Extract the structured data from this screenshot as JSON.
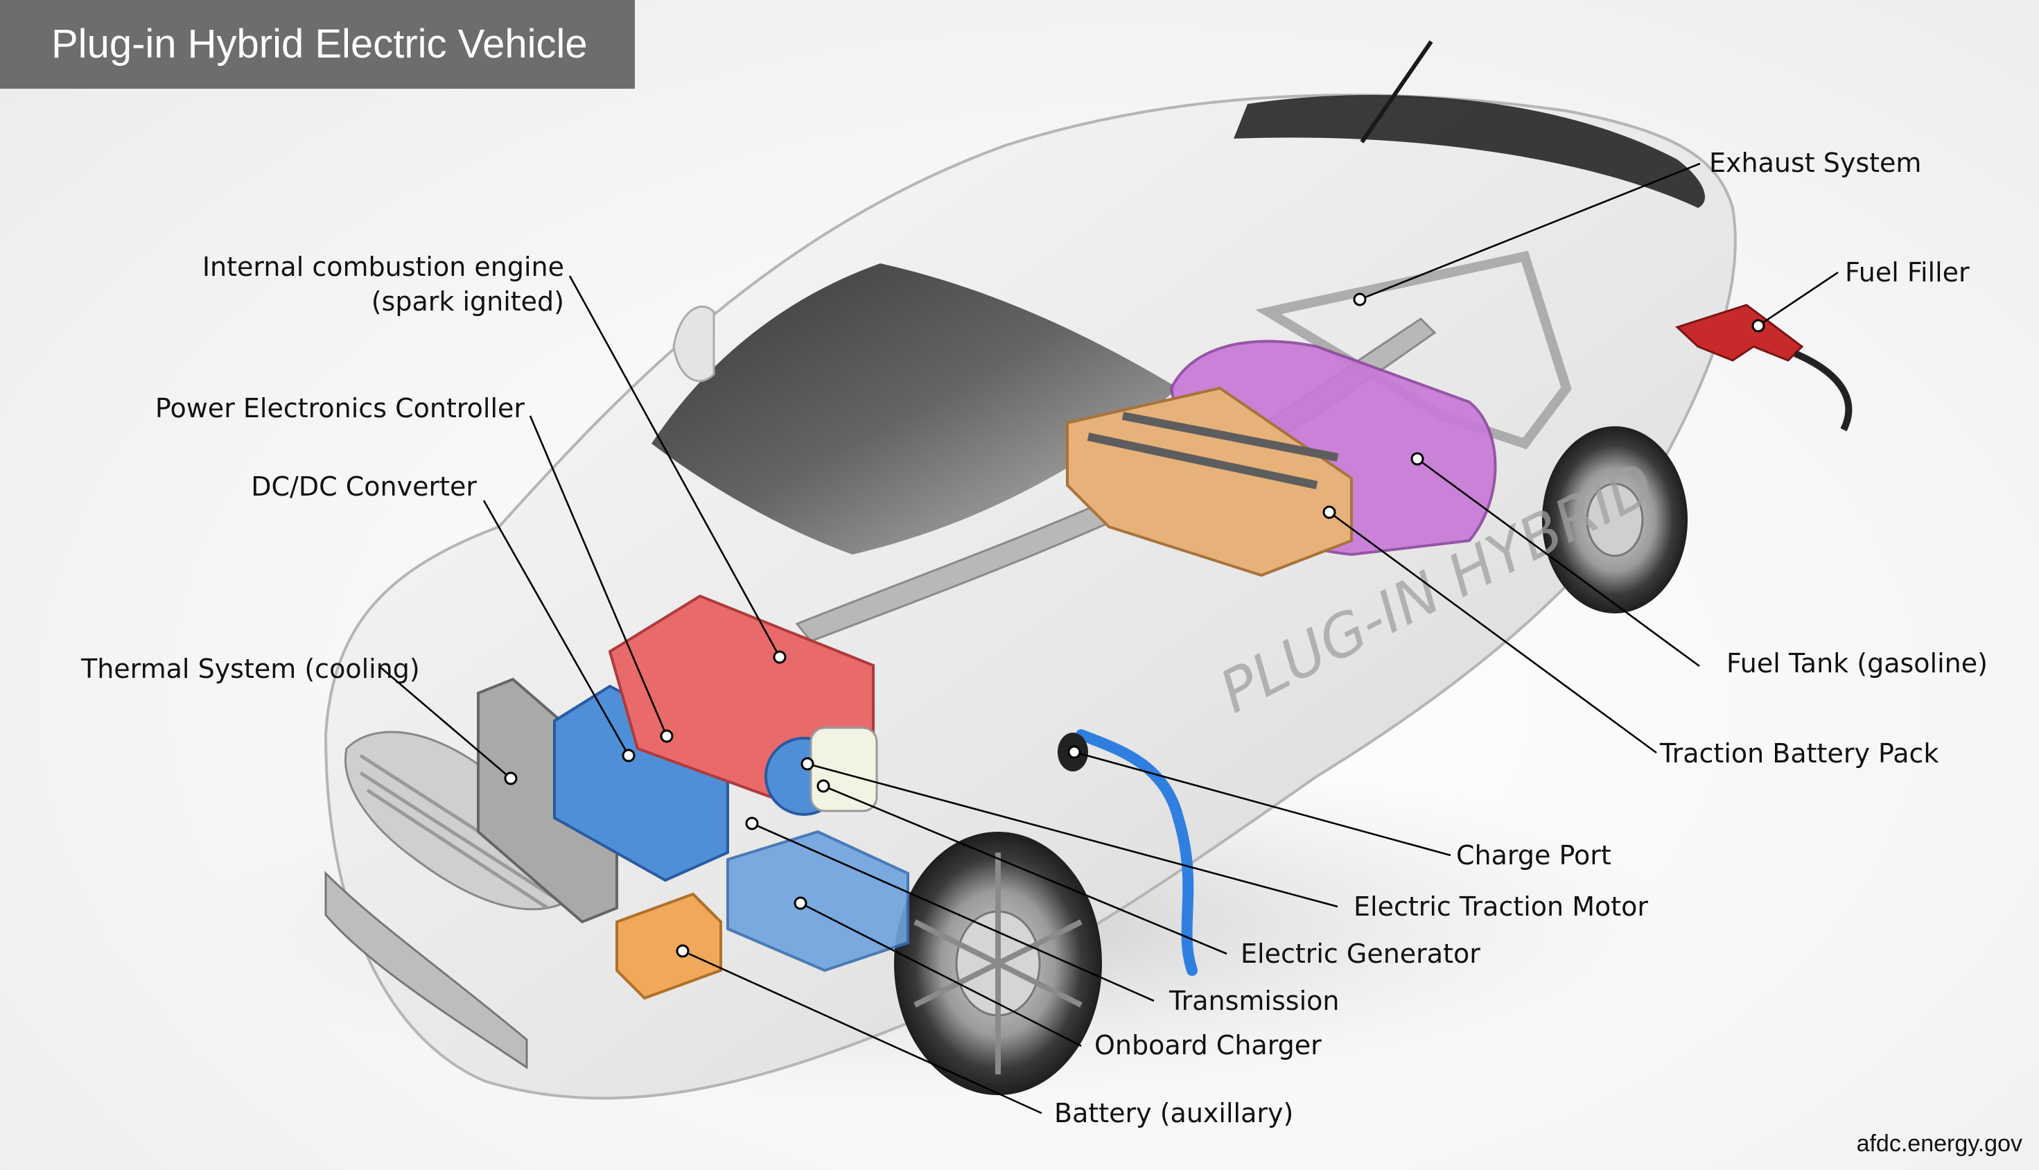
{
  "title": "Plug-in Hybrid Electric Vehicle",
  "credit": "afdc.energy.gov",
  "side_text": "PLUG-IN HYBRID",
  "colors": {
    "title_bg": "#6d6d6d",
    "engine": "#e86a6a",
    "power_electronics": "#4f8fd8",
    "fuel_tank": "#c77ad6",
    "traction_battery": "#e6b27a",
    "aux_battery": "#f0a85a",
    "charge_cable": "#2f7fe0"
  },
  "labels": {
    "internal_combustion_engine": "Internal combustion engine",
    "internal_combustion_engine_sub": "(spark ignited)",
    "power_electronics_controller": "Power Electronics Controller",
    "dc_dc_converter": "DC/DC Converter",
    "thermal_system": "Thermal System (cooling)",
    "exhaust_system": "Exhaust System",
    "fuel_filler": "Fuel Filler",
    "fuel_tank": "Fuel Tank (gasoline)",
    "traction_battery_pack": "Traction Battery Pack",
    "charge_port": "Charge Port",
    "electric_traction_motor": "Electric Traction Motor",
    "electric_generator": "Electric Generator",
    "transmission": "Transmission",
    "onboard_charger": "Onboard Charger",
    "battery_auxiliary": "Battery (auxillary)"
  }
}
